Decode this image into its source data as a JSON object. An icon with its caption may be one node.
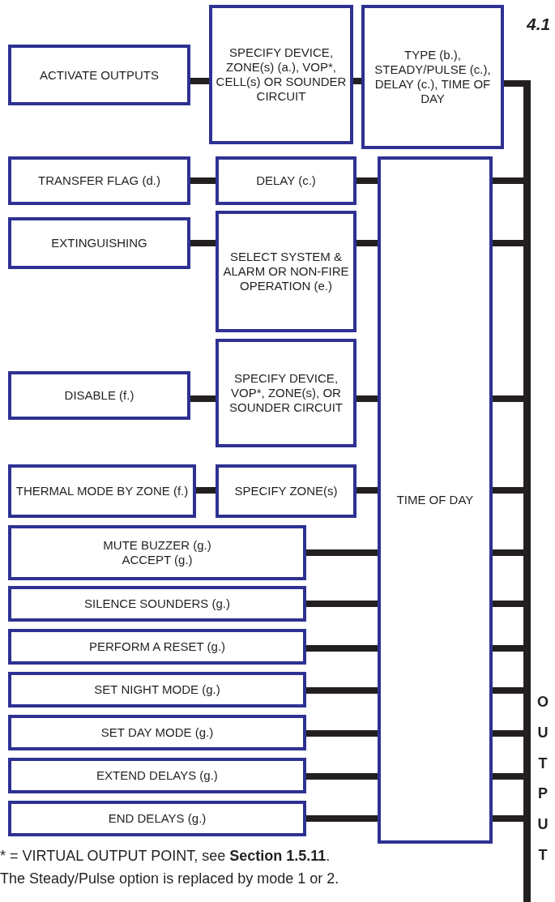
{
  "diagram": {
    "nodes": [
      {
        "text": [
          "ACTIVATE OUTPUTS"
        ]
      },
      {
        "text": [
          "SPECIFY DEVICE, ZONE(s) (a.), VOP*, CELL(s) OR SOUNDER CIRCUIT"
        ]
      },
      {
        "text": [
          "TYPE (b.), STEADY/PULSE (c.), DELAY (c.), TIME OF DAY"
        ]
      },
      {
        "text": [
          "TRANSFER FLAG (d.)"
        ]
      },
      {
        "text": [
          "DELAY (c.)"
        ]
      },
      {
        "text": [
          "EXTINGUISHING"
        ]
      },
      {
        "text": [
          "SELECT SYSTEM & ALARM OR NON-FIRE OPERATION (e.)"
        ]
      },
      {
        "text": [
          "DISABLE (f.)"
        ]
      },
      {
        "text": [
          "SPECIFY DEVICE, VOP*, ZONE(s), OR SOUNDER CIRCUIT"
        ]
      },
      {
        "text": [
          "THERMAL MODE BY ZONE (f.)"
        ]
      },
      {
        "text": [
          "SPECIFY ZONE(s)"
        ]
      },
      {
        "text": [
          "TIME OF DAY"
        ]
      },
      {
        "text": [
          "MUTE BUZZER (g.)",
          "ACCEPT (g.)"
        ]
      },
      {
        "text": [
          "SILENCE SOUNDERS (g.)"
        ]
      },
      {
        "text": [
          "PERFORM A RESET (g.)"
        ]
      },
      {
        "text": [
          "SET NIGHT MODE (g.)"
        ]
      },
      {
        "text": [
          "SET DAY MODE (g.)"
        ]
      },
      {
        "text": [
          "EXTEND DELAYS (g.)"
        ]
      },
      {
        "text": [
          "END DELAYS (g.)"
        ]
      },
      {
        "text": [],
        "shape": "bar",
        "beside": [
          "OUTPUT"
        ]
      }
    ],
    "edges": [
      {
        "from": 0,
        "to": 1,
        "arrow": "none"
      },
      {
        "from": 1,
        "to": 2,
        "arrow": "none"
      },
      {
        "from": 2,
        "to": 19,
        "arrow": "none"
      },
      {
        "from": 3,
        "to": 4,
        "arrow": "none"
      },
      {
        "from": 4,
        "to": 11,
        "arrow": "none"
      },
      {
        "from": 11,
        "to": 19,
        "arrow": "none"
      },
      {
        "from": 5,
        "to": 6,
        "arrow": "none"
      },
      {
        "from": 6,
        "to": 11,
        "arrow": "none"
      },
      {
        "from": 11,
        "to": 19,
        "arrow": "none"
      },
      {
        "from": 7,
        "to": 8,
        "arrow": "none"
      },
      {
        "from": 8,
        "to": 11,
        "arrow": "none"
      },
      {
        "from": 11,
        "to": 19,
        "arrow": "none"
      },
      {
        "from": 9,
        "to": 10,
        "arrow": "none"
      },
      {
        "from": 10,
        "to": 11,
        "arrow": "none"
      },
      {
        "from": 11,
        "to": 19,
        "arrow": "none"
      },
      {
        "from": 12,
        "to": 11,
        "arrow": "none"
      },
      {
        "from": 11,
        "to": 19,
        "arrow": "none"
      },
      {
        "from": 13,
        "to": 11,
        "arrow": "none"
      },
      {
        "from": 11,
        "to": 19,
        "arrow": "none"
      },
      {
        "from": 14,
        "to": 11,
        "arrow": "none"
      },
      {
        "from": 11,
        "to": 19,
        "arrow": "none"
      },
      {
        "from": 15,
        "to": 11,
        "arrow": "none"
      },
      {
        "from": 11,
        "to": 19,
        "arrow": "none"
      },
      {
        "from": 16,
        "to": 11,
        "arrow": "none"
      },
      {
        "from": 11,
        "to": 19,
        "arrow": "none"
      },
      {
        "from": 17,
        "to": 11,
        "arrow": "none"
      },
      {
        "from": 11,
        "to": 19,
        "arrow": "none"
      },
      {
        "from": 18,
        "to": 11,
        "arrow": "none"
      },
      {
        "from": 11,
        "to": 19,
        "arrow": "none"
      }
    ],
    "labels": [
      "4.1",
      "* = VIRTUAL OUTPUT POINT, see **Section 1.5.11**.",
      "The Steady/Pulse option is replaced by mode 1 or 2."
    ]
  }
}
